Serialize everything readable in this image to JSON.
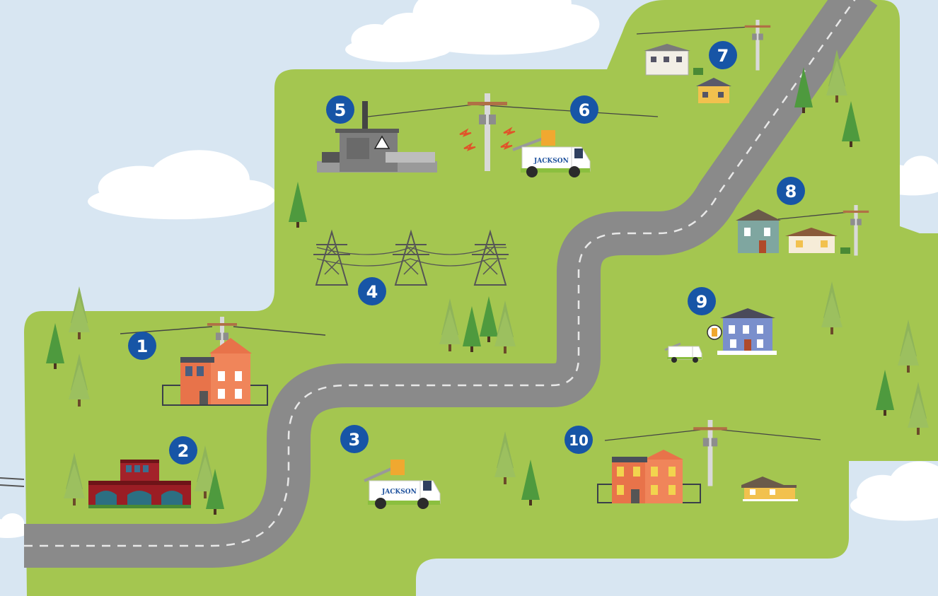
{
  "colors": {
    "sky": "#d8e6f2",
    "land": "#a4c650",
    "road": "#8a8a8a",
    "road_dash": "#e8e8e8",
    "marker": "#1755a6",
    "marker_text": "#ffffff",
    "tree_light": "#8fb45a",
    "tree_dark": "#4e9a3e",
    "brick": "#e8734a",
    "truck_blue": "#1b4f9c"
  },
  "markers": [
    {
      "id": "1",
      "label": "1",
      "subject": "brick house with utility pole"
    },
    {
      "id": "2",
      "label": "2",
      "subject": "red brick fire station"
    },
    {
      "id": "3",
      "label": "3",
      "subject": "bucket truck"
    },
    {
      "id": "4",
      "label": "4",
      "subject": "transmission towers"
    },
    {
      "id": "5",
      "label": "5",
      "subject": "power substation"
    },
    {
      "id": "6",
      "label": "6",
      "subject": "sparking utility pole with bucket truck"
    },
    {
      "id": "7",
      "label": "7",
      "subject": "houses with utility pole"
    },
    {
      "id": "8",
      "label": "8",
      "subject": "houses with utility pole"
    },
    {
      "id": "9",
      "label": "9",
      "subject": "blue house with small truck"
    },
    {
      "id": "10",
      "label": "10",
      "subject": "brick house and yellow cottage with utility pole"
    }
  ],
  "trucks": {
    "brand": "JACKSON"
  }
}
